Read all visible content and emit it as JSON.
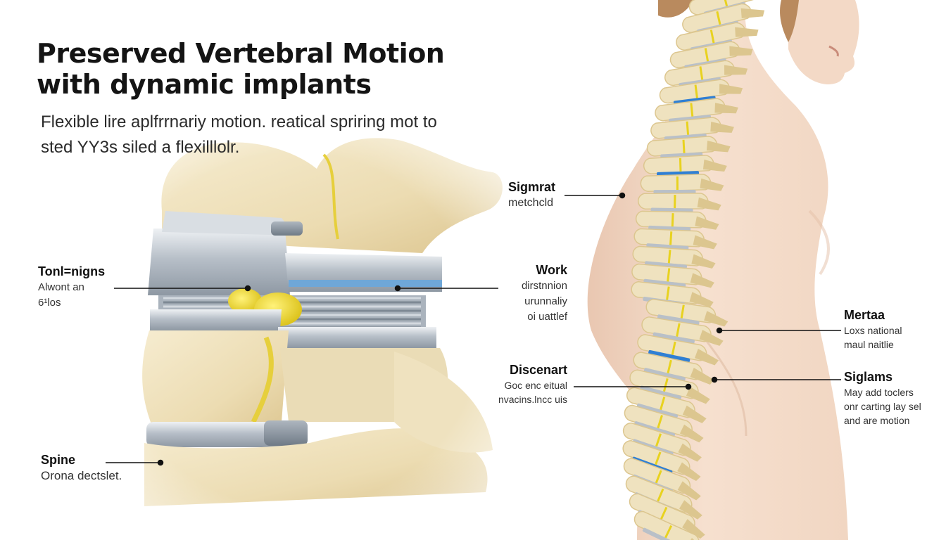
{
  "headline": {
    "line1": "Preserved Vertebral Motion",
    "line2": "with dynamic implants"
  },
  "subtitle": {
    "line1": "Flexible lire aplfrrnariy motion. reatical spriring mot to",
    "line2": "sted YY3s siled a flexilllolr."
  },
  "callouts": {
    "tonlenigns": {
      "title": "Tonl=nigns",
      "lines": [
        "Alwont an",
        "6¹los"
      ]
    },
    "spine": {
      "title": "Spine",
      "lines": [
        "Orona dectslet."
      ]
    },
    "sigmrat": {
      "title": "Sigmrat",
      "lines": [
        "metchcld"
      ]
    },
    "work": {
      "title": "Work",
      "lines": [
        "dirstnnion",
        "urunnaliy",
        "oi uattlef"
      ]
    },
    "discenart": {
      "title": "Discenart",
      "lines": [
        "Goc enc eitual",
        "nvacins.lncc uis"
      ]
    },
    "mertaa": {
      "title": "Mertaa",
      "lines": [
        "Loxs national",
        "maul naitlie"
      ]
    },
    "siglams": {
      "title": "Siglams",
      "lines": [
        "May add toclers",
        "onr carting lay sel",
        "and are motion"
      ]
    }
  },
  "colors": {
    "bone": "#efe2bf",
    "bone_shade": "#dcc68f",
    "metal": "#b9c0c8",
    "metal_dark": "#7f8a96",
    "implant_blue": "#2f7fd4",
    "cushion_yellow": "#e8d21f",
    "skin": "#f4dccb",
    "leader_line": "#111111"
  }
}
